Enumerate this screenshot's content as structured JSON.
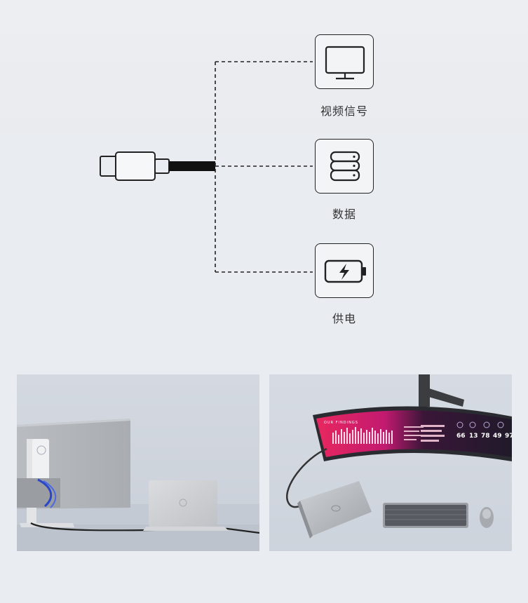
{
  "features": [
    {
      "label": "视频信号",
      "icon": "monitor-icon"
    },
    {
      "label": "数据",
      "icon": "database-icon"
    },
    {
      "label": "供电",
      "icon": "battery-charging-icon"
    }
  ],
  "cable_icon": "usb-c-connector-icon",
  "photos": [
    {
      "name": "dell-monitor-laptop-photo"
    },
    {
      "name": "curved-monitor-setup-photo",
      "screen_title": "OUR FINDINGS",
      "screen_numbers": [
        "66",
        "13",
        "78",
        "49",
        "97"
      ]
    }
  ],
  "colors": {
    "background": "#e9ecf0",
    "line": "#222222"
  }
}
